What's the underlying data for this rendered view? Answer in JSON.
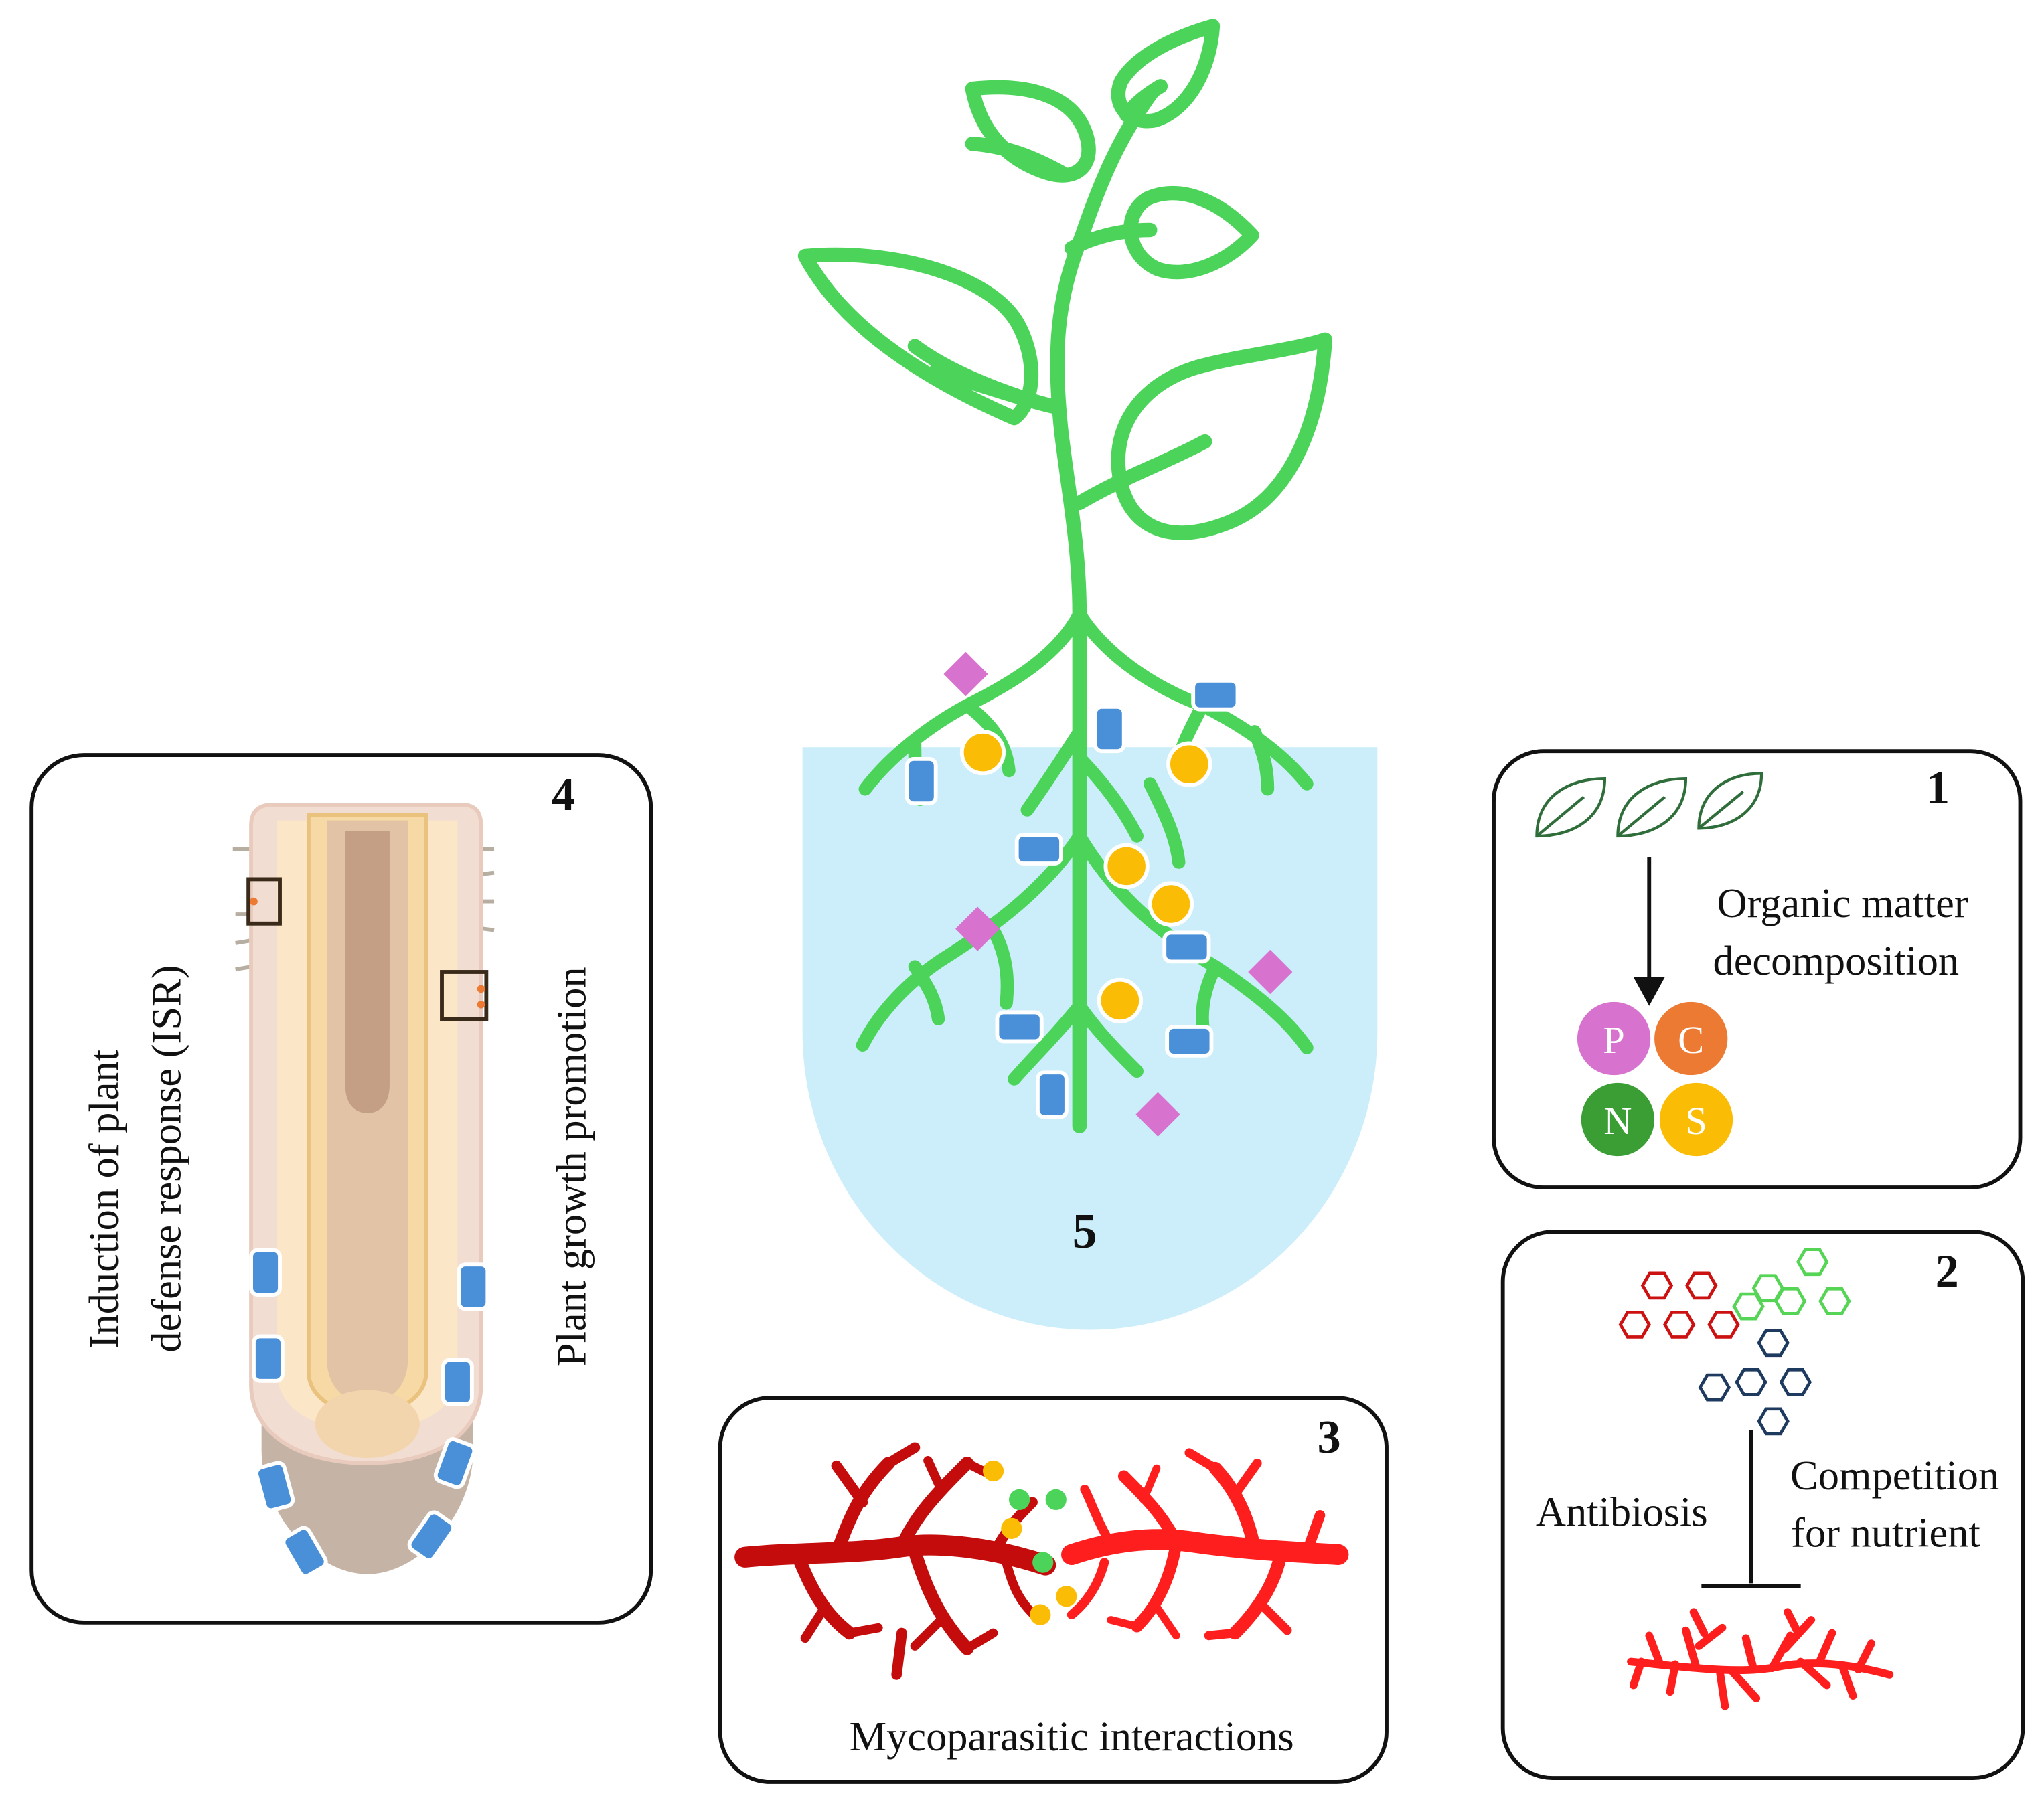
{
  "panels": {
    "p1": {
      "number": "1",
      "label_line1": "Organic matter",
      "label_line2": "decomposition",
      "nutrients": [
        "P",
        "C",
        "N",
        "S"
      ]
    },
    "p2": {
      "number": "2",
      "left_label": "Antibiosis",
      "right_label_line1": "Competition",
      "right_label_line2": "for nutrient"
    },
    "p3": {
      "number": "3",
      "label": "Mycoparasitic interactions"
    },
    "p4": {
      "number": "4",
      "left_label_line1": "Induction of plant",
      "left_label_line2": "defense response (ISR)",
      "right_label": "Plant growth promotion"
    },
    "p5": {
      "number": "5"
    }
  },
  "colors": {
    "plant_green": "#4cd45a",
    "soil_blue": "#cbeefa",
    "microbe_blue": "#4a90d9",
    "yellow": "#fbbc05",
    "pink": "#d872cf",
    "nutrient_P": "#d872cf",
    "nutrient_C": "#ec7a33",
    "nutrient_N": "#3b9e35",
    "nutrient_S": "#fbbc05",
    "mycelium_dark": "#c40c0c",
    "mycelium_bright": "#ff1e1e",
    "hex_red": "#cc1111",
    "hex_green": "#55d455",
    "hex_navy": "#1e3a5f"
  },
  "icons": [
    "leaf-outline-icon",
    "down-arrow-icon",
    "inhibition-bar-icon",
    "hexagon-molecule-icon",
    "mycelium-icon"
  ]
}
